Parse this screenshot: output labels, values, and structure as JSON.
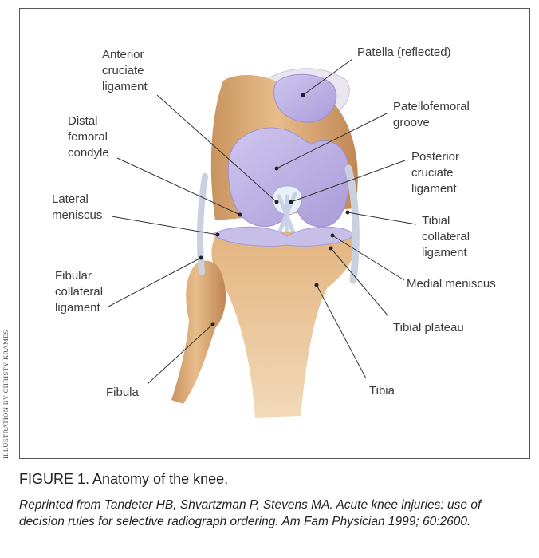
{
  "figure": {
    "title": "FIGURE 1. Anatomy of the knee.",
    "caption": "Reprinted from Tandeter HB, Shvartzman P, Stevens MA. Acute knee injuries: use of decision rules for selective radiograph ordering. Am Fam Physician 1999; 60:2600.",
    "credit": "ILLUSTRATION BY CHRISTY KRAMES"
  },
  "labels": {
    "patella": "Patella (reflected)",
    "acl": "Anterior\ncruciate\nligament",
    "patellofemoral_groove": "Patellofemoral\ngroove",
    "distal_femoral_condyle": "Distal\nfemoral\ncondyle",
    "pcl": "Posterior\ncruciate\nligament",
    "lateral_meniscus": "Lateral\nmeniscus",
    "tibial_collateral": "Tibial\ncollateral\nligament",
    "fibular_collateral": "Fibular\ncollateral\nligament",
    "medial_meniscus": "Medial meniscus",
    "tibial_plateau": "Tibial plateau",
    "fibula": "Fibula",
    "tibia": "Tibia"
  },
  "colors": {
    "bone": "#d9a774",
    "cartilage": "#b5a9e0",
    "ligament": "#c9d1e0",
    "leader": "#333333"
  }
}
